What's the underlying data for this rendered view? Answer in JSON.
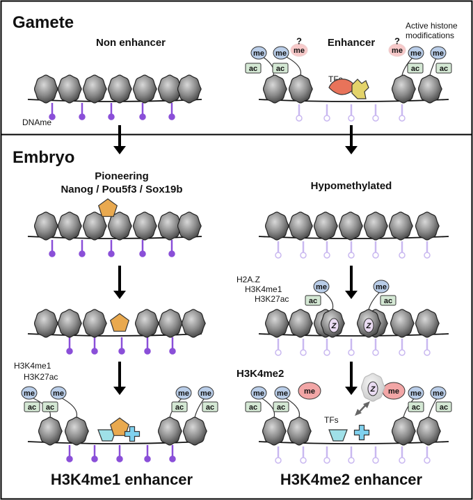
{
  "panels": {
    "gamete": {
      "title": "Gamete"
    },
    "embryo": {
      "title": "Embryo"
    }
  },
  "gamete": {
    "left_label": "Non enhancer",
    "right_label": "Enhancer",
    "dna_methyl_label": "DNAme",
    "active_histone_label_line1": "Active histone",
    "active_histone_label_line2": "modifications",
    "tfs_label": "TFs",
    "unknown_mark": "?"
  },
  "embryo": {
    "pioneering_line1": "Pioneering",
    "pioneering_line2": "Nanog / Pou5f3 / Sox19b",
    "hypomethylated_label": "Hypomethylated",
    "left_marks_line1": "H3K4me1",
    "left_marks_line2": "H3K27ac",
    "right_marks_line1": "H2A.Z",
    "right_marks_line2": "H3K4me1",
    "right_marks_line3": "H3K27ac",
    "h3k4me2_label": "H3K4me2",
    "tfs_label": "TFs",
    "left_result": "H3K4me1 enhancer",
    "right_result": "H3K4me2 enhancer"
  },
  "marks": {
    "me": "me",
    "ac": "ac",
    "z": "Z"
  },
  "colors": {
    "nucleosome": "#8a8a8a",
    "me_tag": "#b9cde8",
    "me_pink": "#f2a6a6",
    "ac_tag": "#d4e8d4",
    "dna_methyl": "#8a4fd8",
    "dna_unmethyl": "#c9b8f0",
    "pioneer": "#e9a94f",
    "tf_red": "#e8735a",
    "tf_yellow": "#e3d36a",
    "tf_cyan": "#9fe0e8",
    "tf_blue": "#7fd1ee"
  }
}
